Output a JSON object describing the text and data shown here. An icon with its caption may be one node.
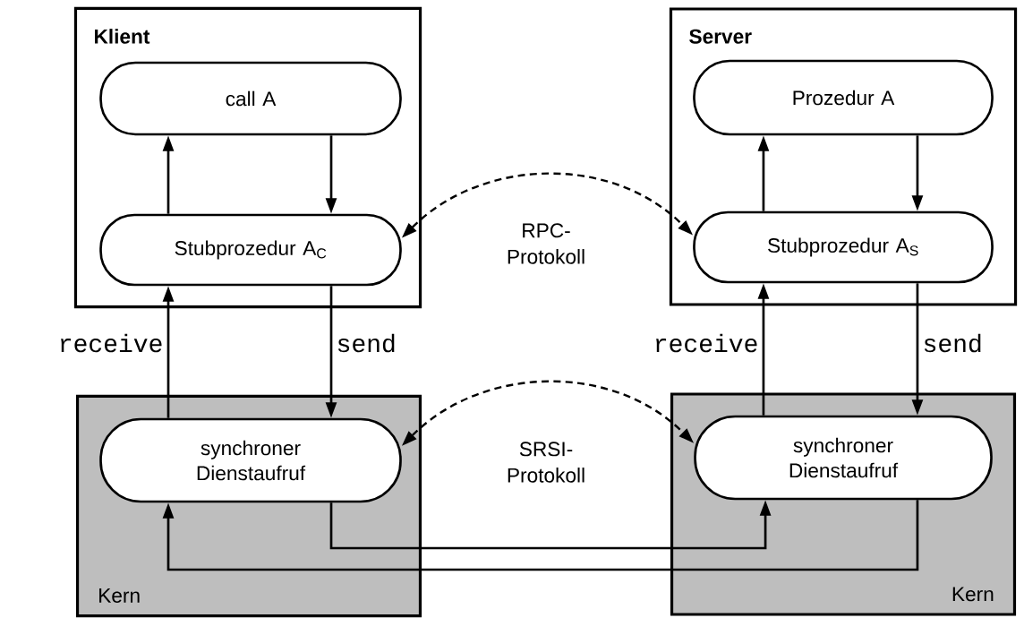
{
  "diagram": {
    "nodes": [
      {
        "text": [
          "Klient"
        ]
      },
      {
        "text": [
          "call A"
        ],
        "in": 0
      },
      {
        "text": [
          "Stubprozedur A$_{C}$"
        ],
        "in": 0
      },
      {
        "text": [
          "Server"
        ]
      },
      {
        "text": [
          "Prozedur A"
        ],
        "in": 3
      },
      {
        "text": [
          "Stubprozedur A$_{S}$"
        ],
        "in": 3
      },
      {
        "text": [
          "Kern"
        ]
      },
      {
        "text": [
          "synchroner Dienstaufruf"
        ],
        "in": 6
      },
      {
        "text": [
          "Kern"
        ]
      },
      {
        "text": [
          "synchroner Dienstaufruf"
        ],
        "in": 8
      }
    ],
    "edges": [
      {
        "from": 2,
        "to": 1,
        "arrow": "to"
      },
      {
        "from": 1,
        "to": 2,
        "arrow": "to"
      },
      {
        "from": 5,
        "to": 4,
        "arrow": "to"
      },
      {
        "from": 4,
        "to": 5,
        "arrow": "to"
      },
      {
        "from": 2,
        "to": 5,
        "arrow": "both",
        "style": "dashed",
        "label": "RPC- Protokoll"
      },
      {
        "from": 7,
        "to": 2,
        "arrow": "to",
        "label": "receive"
      },
      {
        "from": 2,
        "to": 7,
        "arrow": "to",
        "label": "send"
      },
      {
        "from": 9,
        "to": 5,
        "arrow": "to",
        "label": "receive"
      },
      {
        "from": 5,
        "to": 9,
        "arrow": "to",
        "label": "send"
      },
      {
        "from": 7,
        "to": 9,
        "arrow": "both",
        "style": "dashed",
        "label": "SRSI- Protokoll"
      },
      {
        "from": 7,
        "to": 9,
        "arrow": "to"
      },
      {
        "from": 9,
        "to": 7,
        "arrow": "to"
      }
    ]
  }
}
